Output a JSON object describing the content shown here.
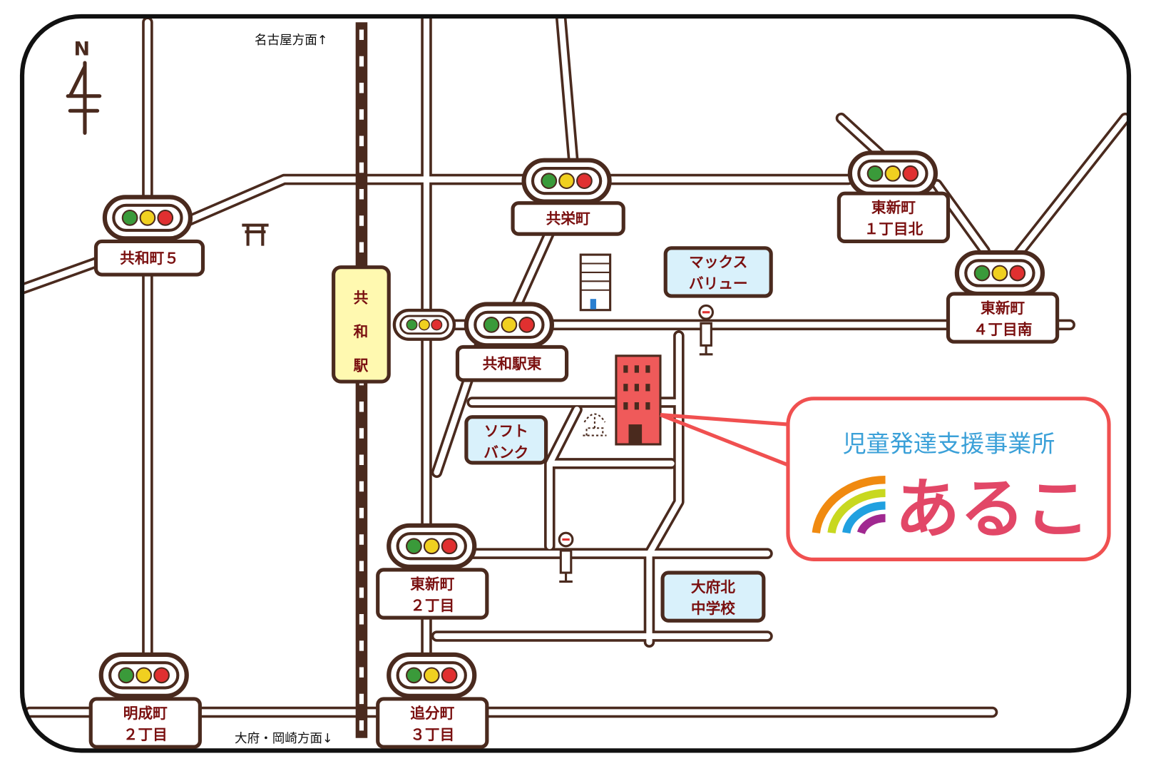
{
  "map": {
    "directions": {
      "north": "N",
      "up": "名古屋方面↑",
      "down": "大府・岡崎方面↓"
    },
    "station": {
      "lines": [
        "共",
        "和",
        "駅"
      ]
    },
    "intersections": [
      {
        "lines": [
          "共和町５"
        ]
      },
      {
        "lines": [
          "共栄町"
        ]
      },
      {
        "lines": [
          "東新町",
          "１丁目北"
        ]
      },
      {
        "lines": [
          "東新町",
          "４丁目南"
        ]
      },
      {
        "lines": [
          "共和駅東"
        ]
      },
      {
        "lines": [
          "東新町",
          "２丁目"
        ]
      },
      {
        "lines": [
          "明成町",
          "２丁目"
        ]
      },
      {
        "lines": [
          "追分町",
          "３丁目"
        ]
      }
    ],
    "landmarks": [
      {
        "lines": [
          "マックス",
          "バリュー"
        ]
      },
      {
        "lines": [
          "ソフト",
          "バンク"
        ]
      },
      {
        "lines": [
          "大府北",
          "中学校"
        ]
      }
    ],
    "callout": {
      "subtitle": "児童発達支援事業所",
      "name": "あるこ"
    },
    "colors": {
      "road": "#4a2a1e",
      "label_text": "#7a1010",
      "station_bg": "#fff9b0",
      "landmark_bg": "#d9f1fb",
      "callout_border": "#f05050",
      "logo_name": "#e24767",
      "logo_subtitle": "#3aa0d8",
      "building": "#ef5a5a"
    }
  }
}
